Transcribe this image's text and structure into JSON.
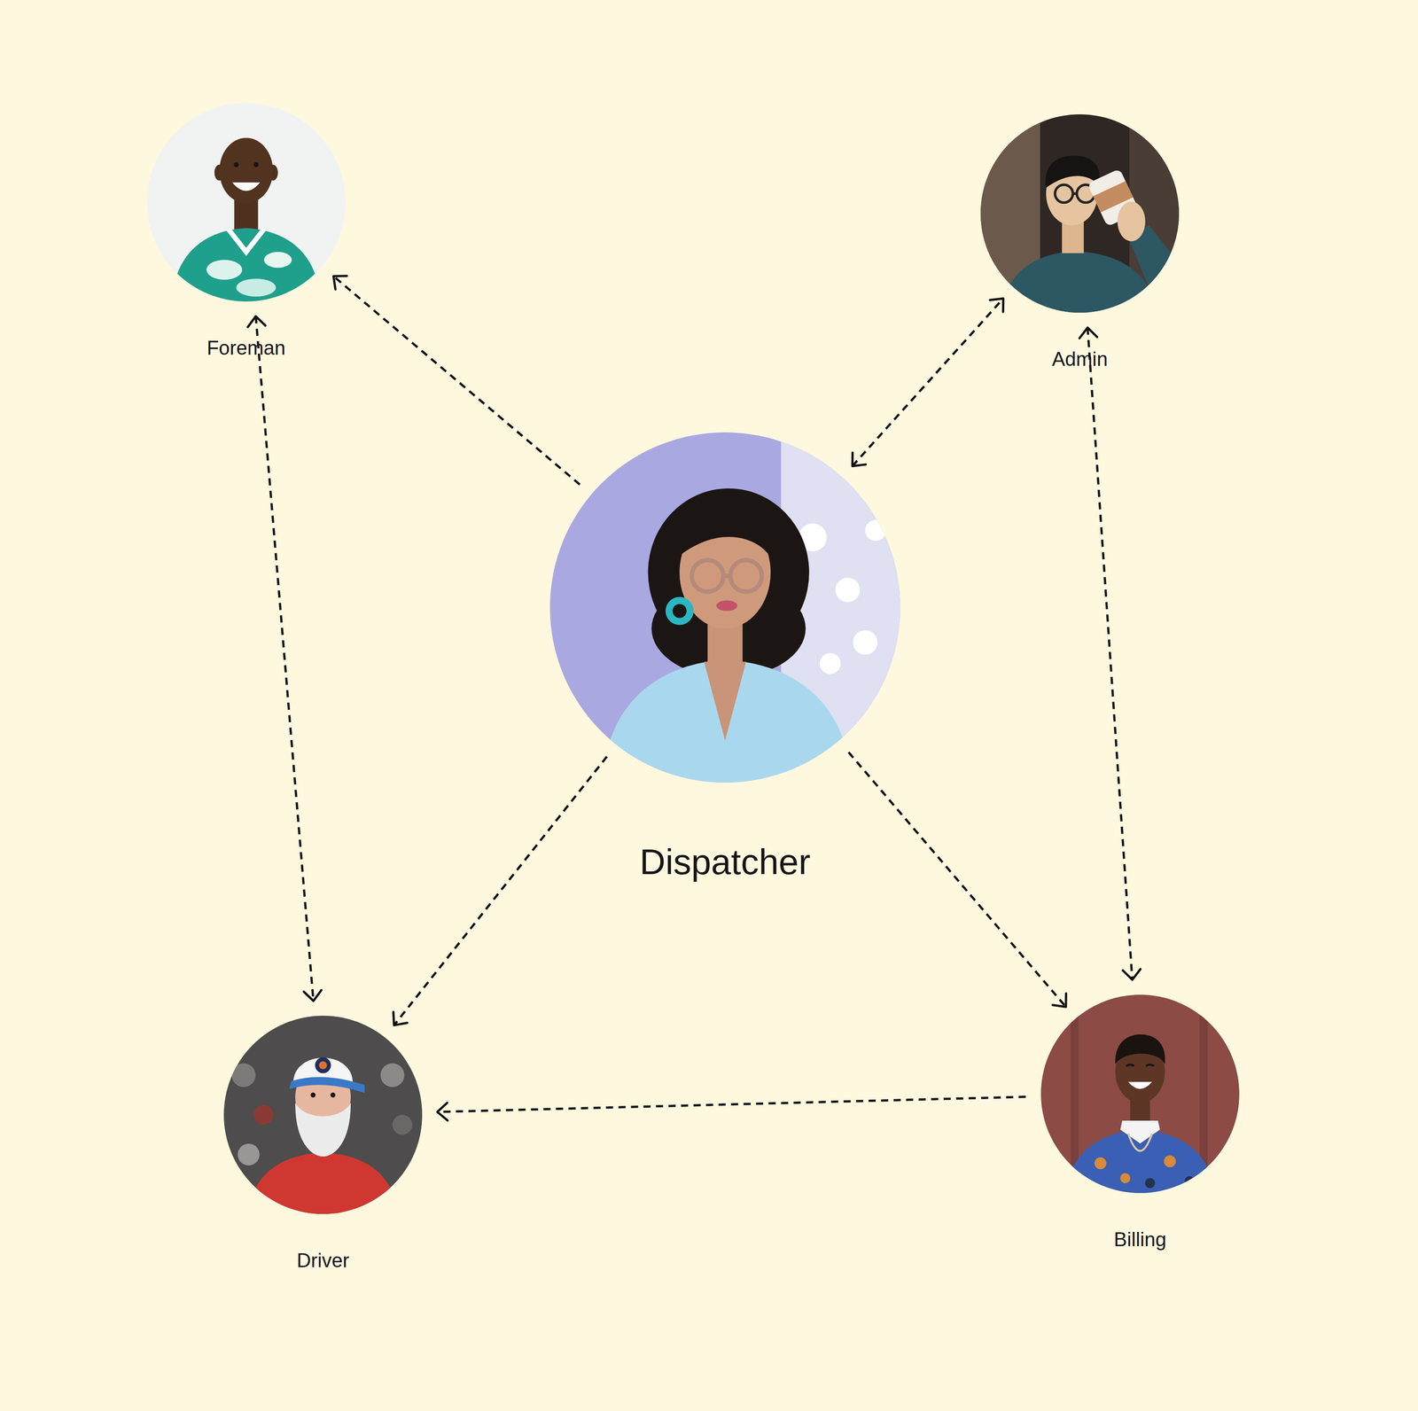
{
  "diagram": {
    "nodes": [
      {
        "text": [
          "Foreman"
        ]
      },
      {
        "text": [
          "Admin"
        ]
      },
      {
        "text": [
          "Dispatcher"
        ]
      },
      {
        "text": [
          "Driver"
        ]
      },
      {
        "text": [
          "Billing"
        ]
      }
    ],
    "edges": [
      {
        "from": 2,
        "to": 0,
        "arrow": "to"
      },
      {
        "from": 2,
        "to": 1,
        "arrow": "both"
      },
      {
        "from": 0,
        "to": 3,
        "arrow": "both"
      },
      {
        "from": 1,
        "to": 4,
        "arrow": "both"
      },
      {
        "from": 2,
        "to": 3,
        "arrow": "to"
      },
      {
        "from": 2,
        "to": 4,
        "arrow": "to"
      },
      {
        "from": 4,
        "to": 3,
        "arrow": "to"
      }
    ]
  }
}
